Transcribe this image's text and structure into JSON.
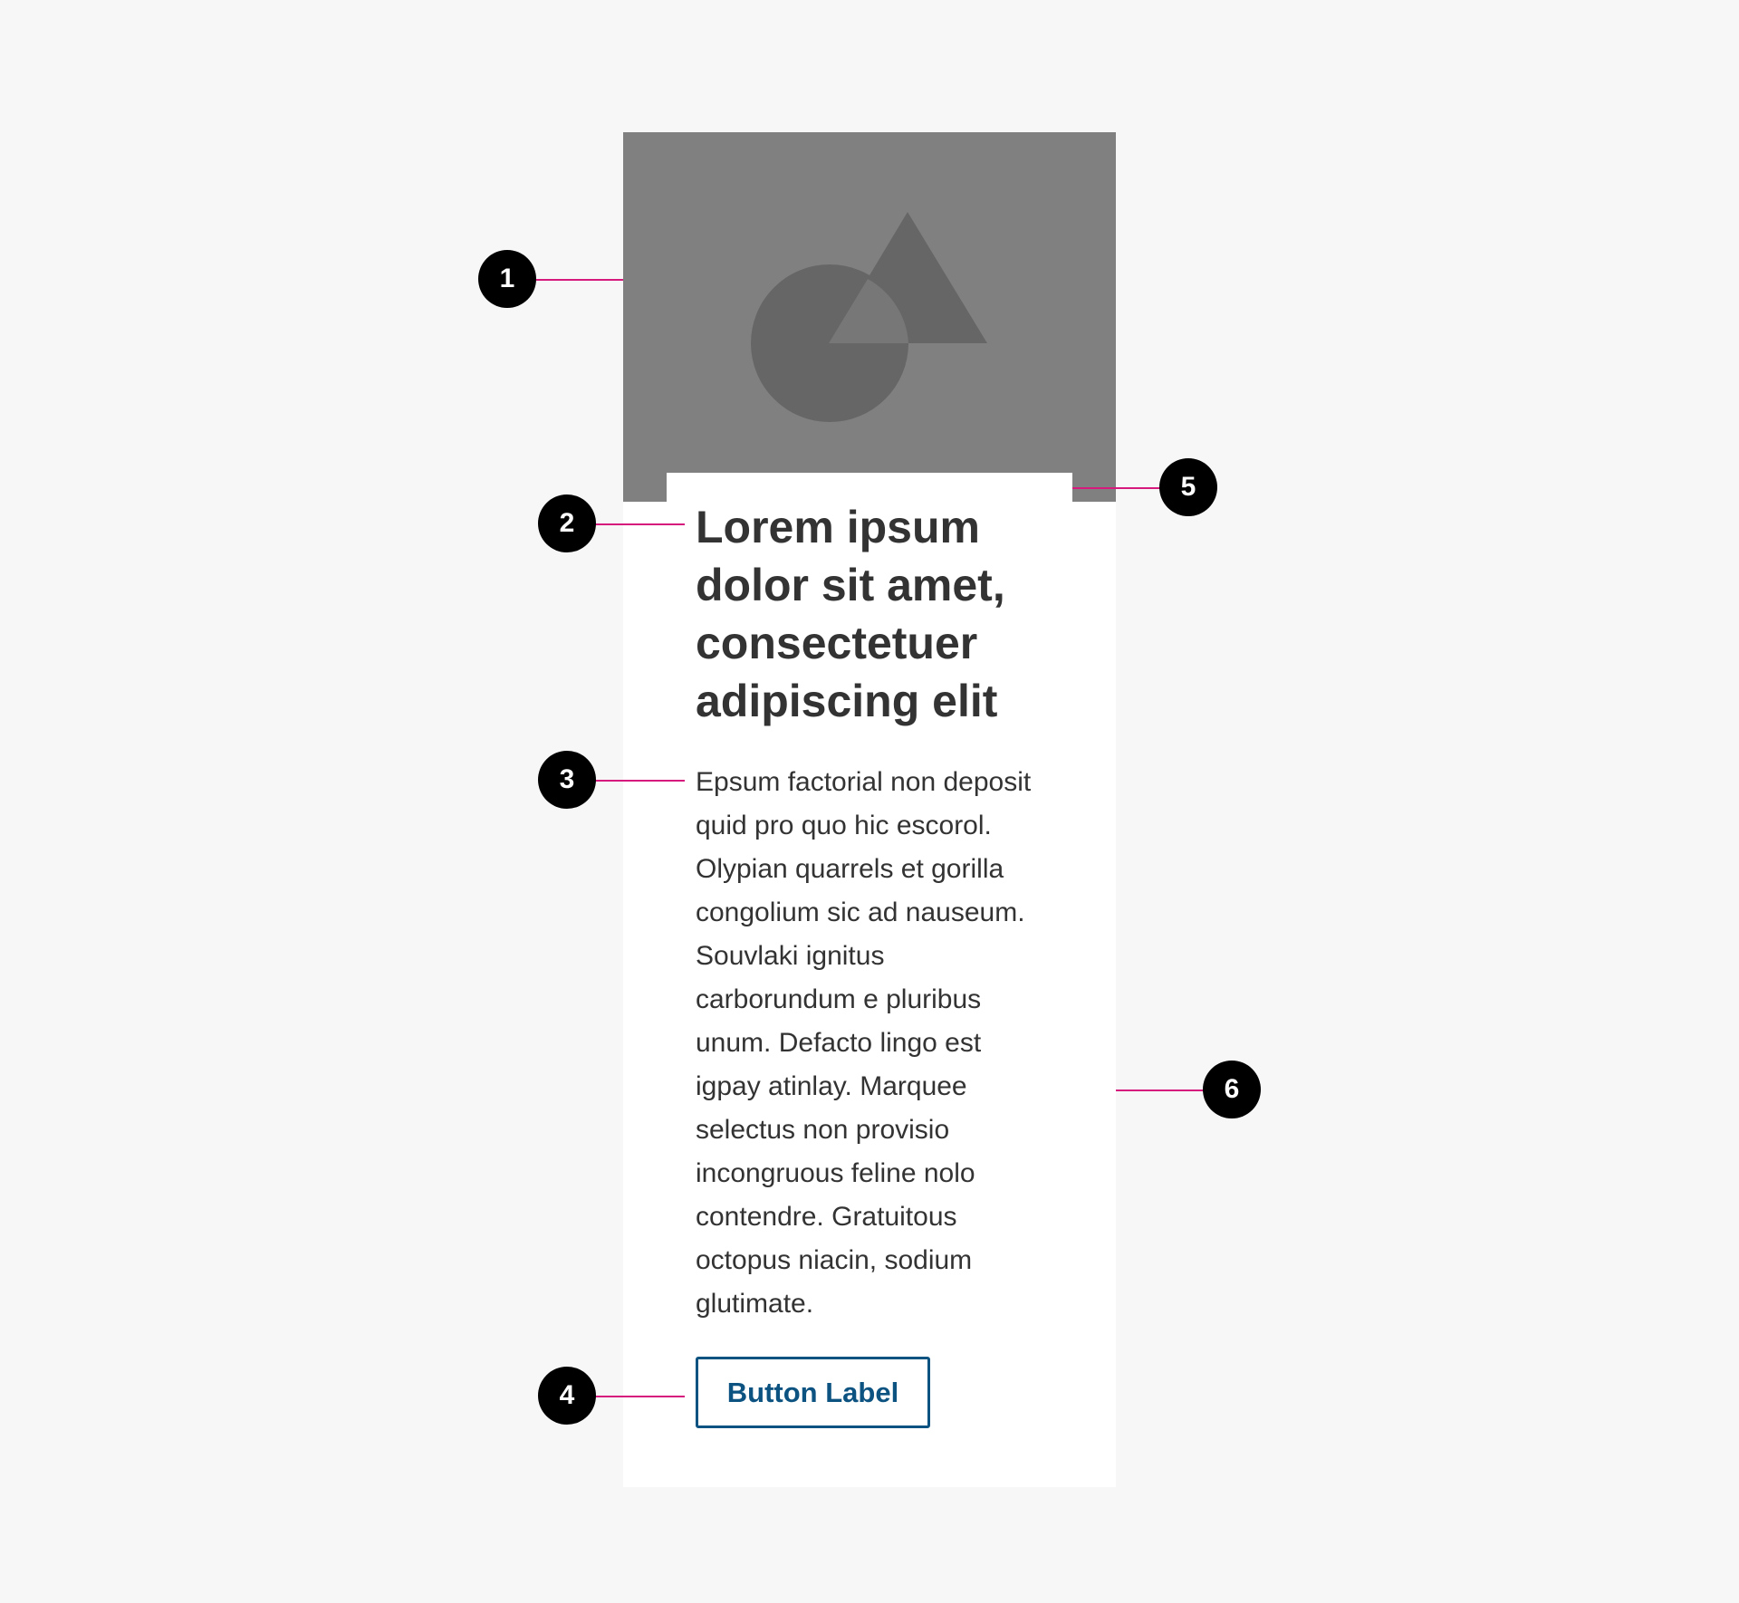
{
  "card": {
    "headline": "Lorem ipsum dolor sit amet, consectetuer adipiscing elit",
    "body": "Epsum factorial non deposit quid pro quo hic escorol. Olypian quarrels et gorilla congolium sic ad nauseum. Souvlaki ignitus carborundum e pluribus unum. Defacto lingo est igpay atinlay. Marquee selectus non provisio incongruous feline nolo contendre. Gratuitous octopus niacin, sodium glutimate.",
    "button_label": "Button Label"
  },
  "callouts": [
    "1",
    "2",
    "3",
    "4",
    "5",
    "6"
  ],
  "colors": {
    "background": "#f7f7f7",
    "image_placeholder": "#808080",
    "image_shapes": "#666666",
    "card": "#ffffff",
    "text": "#333333",
    "button": "#0d5381",
    "leader_line": "#d6197c",
    "badge": "#000000"
  }
}
